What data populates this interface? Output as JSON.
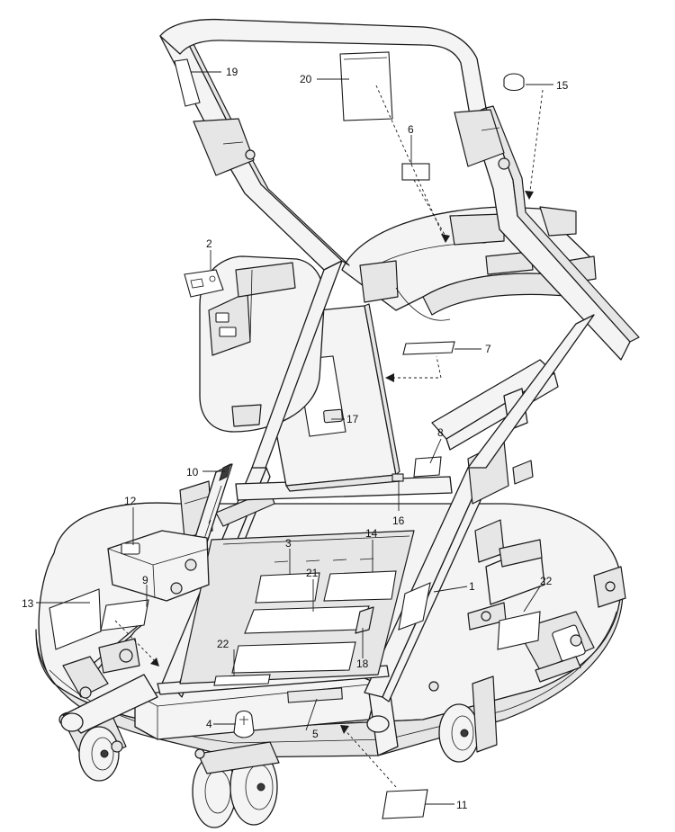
{
  "callouts": {
    "c1": "1",
    "c2": "2",
    "c3": "3",
    "c4": "4",
    "c5": "5",
    "c6": "6",
    "c7": "7",
    "c8": "8",
    "c9": "9",
    "c10": "10",
    "c11": "11",
    "c12": "12",
    "c13": "13",
    "c14": "14",
    "c15": "15",
    "c16": "16",
    "c17": "17",
    "c18": "18",
    "c19": "19",
    "c20": "20",
    "c21": "21",
    "c22a": "22",
    "c22b": "22"
  }
}
